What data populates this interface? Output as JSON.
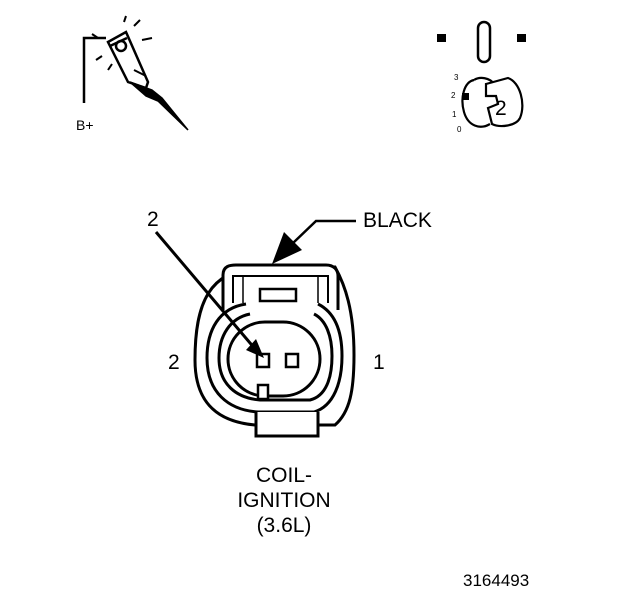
{
  "probe_icon": {
    "label": "B+"
  },
  "key_icon": {
    "positions": [
      "3",
      "2",
      "1",
      "0"
    ],
    "key_number": "2"
  },
  "connector": {
    "color_callout": "BLACK",
    "cavity_callout": "2",
    "pin_left": "2",
    "pin_right": "1",
    "title_lines": [
      "COIL-",
      "IGNITION",
      "(3.6L)"
    ]
  },
  "figure_number": "3164493"
}
